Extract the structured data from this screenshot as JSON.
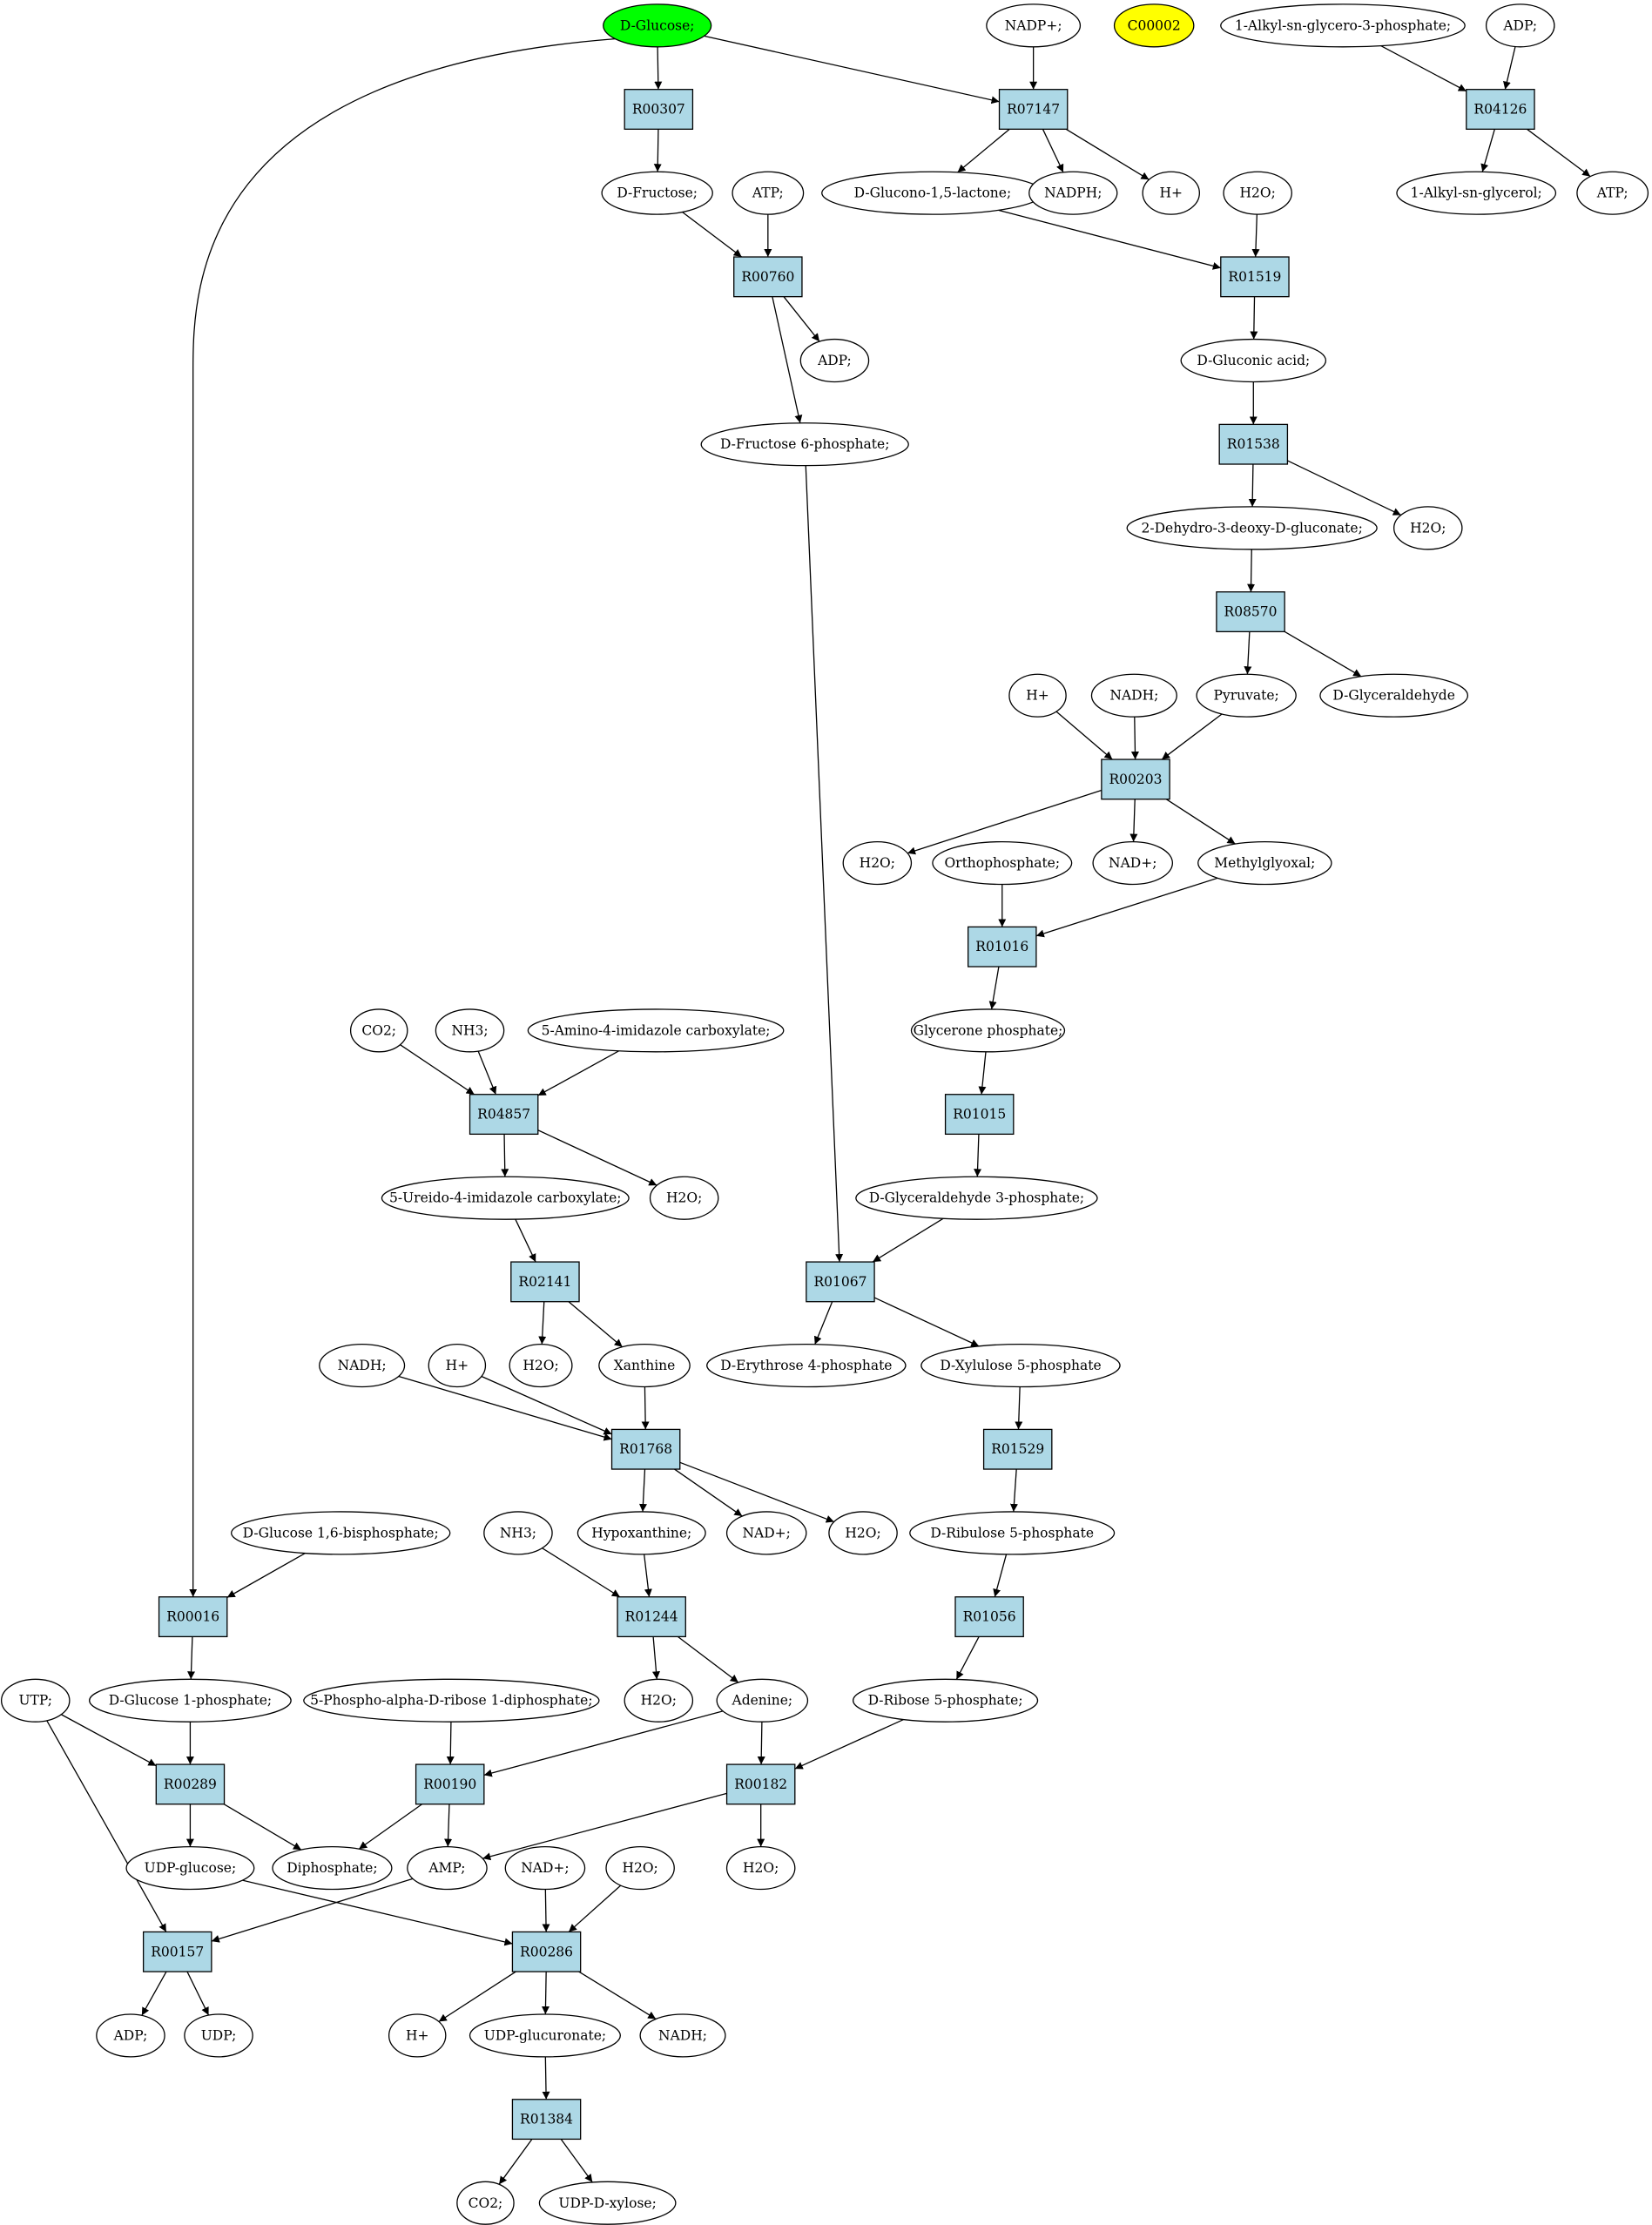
{
  "colors": {
    "start": "#00ff00",
    "highlight": "#ffff00",
    "reaction": "#add8e6",
    "compound": "#ffffff"
  },
  "compounds": [
    {
      "id": "glc",
      "label": "D-Glucose;",
      "color": "start"
    },
    {
      "id": "nadp",
      "label": "NADP+;"
    },
    {
      "id": "c00002",
      "label": "C00002",
      "color": "highlight"
    },
    {
      "id": "alkgp",
      "label": "1-Alkyl-sn-glycero-3-phosphate;"
    },
    {
      "id": "adp_a",
      "label": "ADP;"
    },
    {
      "id": "fru",
      "label": "D-Fructose;"
    },
    {
      "id": "atp_a",
      "label": "ATP;"
    },
    {
      "id": "glclac",
      "label": "D-Glucono-1,5-lactone;"
    },
    {
      "id": "nadph",
      "label": "NADPH;"
    },
    {
      "id": "h_a",
      "label": "H+"
    },
    {
      "id": "h2o_a",
      "label": "H2O;"
    },
    {
      "id": "alkg",
      "label": "1-Alkyl-sn-glycerol;"
    },
    {
      "id": "atp_b",
      "label": "ATP;"
    },
    {
      "id": "adp_b",
      "label": "ADP;"
    },
    {
      "id": "glcnt",
      "label": "D-Gluconic acid;"
    },
    {
      "id": "f6p",
      "label": "D-Fructose 6-phosphate;"
    },
    {
      "id": "dhdg",
      "label": "2-Dehydro-3-deoxy-D-gluconate;"
    },
    {
      "id": "h2o_b",
      "label": "H2O;"
    },
    {
      "id": "h_b",
      "label": "H+"
    },
    {
      "id": "nadh_a",
      "label": "NADH;"
    },
    {
      "id": "pyr",
      "label": "Pyruvate;"
    },
    {
      "id": "gald",
      "label": "D-Glyceraldehyde"
    },
    {
      "id": "h2o_c",
      "label": "H2O;"
    },
    {
      "id": "pi",
      "label": "Orthophosphate;"
    },
    {
      "id": "nad_a",
      "label": "NAD+;"
    },
    {
      "id": "mgo",
      "label": "Methylglyoxal;"
    },
    {
      "id": "dhap",
      "label": "Glycerone phosphate;"
    },
    {
      "id": "co2_a",
      "label": "CO2;"
    },
    {
      "id": "nh3_a",
      "label": "NH3;"
    },
    {
      "id": "aic",
      "label": "5-Amino-4-imidazole carboxylate;"
    },
    {
      "id": "uic",
      "label": "5-Ureido-4-imidazole carboxylate;"
    },
    {
      "id": "h2o_d",
      "label": "H2O;"
    },
    {
      "id": "g3p",
      "label": "D-Glyceraldehyde 3-phosphate;"
    },
    {
      "id": "e4p",
      "label": "D-Erythrose 4-phosphate"
    },
    {
      "id": "x5p",
      "label": "D-Xylulose 5-phosphate"
    },
    {
      "id": "nadh_b",
      "label": "NADH;"
    },
    {
      "id": "h_c",
      "label": "H+"
    },
    {
      "id": "h2o_e",
      "label": "H2O;"
    },
    {
      "id": "xan",
      "label": "Xanthine"
    },
    {
      "id": "g16bp",
      "label": "D-Glucose 1,6-bisphosphate;"
    },
    {
      "id": "nh3_b",
      "label": "NH3;"
    },
    {
      "id": "hyp",
      "label": "Hypoxanthine;"
    },
    {
      "id": "nad_b",
      "label": "NAD+;"
    },
    {
      "id": "h2o_f",
      "label": "H2O;"
    },
    {
      "id": "ru5p",
      "label": "D-Ribulose 5-phosphate"
    },
    {
      "id": "utp",
      "label": "UTP;"
    },
    {
      "id": "g1p",
      "label": "D-Glucose 1-phosphate;"
    },
    {
      "id": "prpp",
      "label": "5-Phospho-alpha-D-ribose 1-diphosphate;"
    },
    {
      "id": "h2o_g",
      "label": "H2O;"
    },
    {
      "id": "ade",
      "label": "Adenine;"
    },
    {
      "id": "r5p",
      "label": "D-Ribose 5-phosphate;"
    },
    {
      "id": "udpg",
      "label": "UDP-glucose;"
    },
    {
      "id": "ppi",
      "label": "Diphosphate;"
    },
    {
      "id": "amp",
      "label": "AMP;"
    },
    {
      "id": "nad_c",
      "label": "NAD+;"
    },
    {
      "id": "h2o_h",
      "label": "H2O;"
    },
    {
      "id": "h2o_i",
      "label": "H2O;"
    },
    {
      "id": "adp_c",
      "label": "ADP;"
    },
    {
      "id": "udp",
      "label": "UDP;"
    },
    {
      "id": "h_d",
      "label": "H+"
    },
    {
      "id": "udpga",
      "label": "UDP-glucuronate;"
    },
    {
      "id": "nadh_c",
      "label": "NADH;"
    },
    {
      "id": "co2_b",
      "label": "CO2;"
    },
    {
      "id": "udpx",
      "label": "UDP-D-xylose;"
    }
  ],
  "reactions": [
    {
      "id": "R00307",
      "label": "R00307"
    },
    {
      "id": "R07147",
      "label": "R07147"
    },
    {
      "id": "R04126",
      "label": "R04126"
    },
    {
      "id": "R00760",
      "label": "R00760"
    },
    {
      "id": "R01519",
      "label": "R01519"
    },
    {
      "id": "R01538",
      "label": "R01538"
    },
    {
      "id": "R08570",
      "label": "R08570"
    },
    {
      "id": "R00203",
      "label": "R00203"
    },
    {
      "id": "R01016",
      "label": "R01016"
    },
    {
      "id": "R04857",
      "label": "R04857"
    },
    {
      "id": "R01015",
      "label": "R01015"
    },
    {
      "id": "R02141",
      "label": "R02141"
    },
    {
      "id": "R01067",
      "label": "R01067"
    },
    {
      "id": "R01768",
      "label": "R01768"
    },
    {
      "id": "R01529",
      "label": "R01529"
    },
    {
      "id": "R00016",
      "label": "R00016"
    },
    {
      "id": "R01244",
      "label": "R01244"
    },
    {
      "id": "R01056",
      "label": "R01056"
    },
    {
      "id": "R00289",
      "label": "R00289"
    },
    {
      "id": "R00190",
      "label": "R00190"
    },
    {
      "id": "R00182",
      "label": "R00182"
    },
    {
      "id": "R00157",
      "label": "R00157"
    },
    {
      "id": "R00286",
      "label": "R00286"
    },
    {
      "id": "R01384",
      "label": "R01384"
    }
  ],
  "edges": [
    [
      "glc",
      "R00307"
    ],
    [
      "glc",
      "R07147"
    ],
    [
      "glc",
      "R00016"
    ],
    [
      "R00307",
      "fru"
    ],
    [
      "nadp",
      "R07147"
    ],
    [
      "R07147",
      "glclac"
    ],
    [
      "R07147",
      "nadph"
    ],
    [
      "R07147",
      "h_a"
    ],
    [
      "alkgp",
      "R04126"
    ],
    [
      "adp_a",
      "R04126"
    ],
    [
      "R04126",
      "alkg"
    ],
    [
      "R04126",
      "atp_b"
    ],
    [
      "fru",
      "R00760"
    ],
    [
      "atp_a",
      "R00760"
    ],
    [
      "R00760",
      "adp_b"
    ],
    [
      "R00760",
      "f6p"
    ],
    [
      "glclac",
      "R01519"
    ],
    [
      "h2o_a",
      "R01519"
    ],
    [
      "R01519",
      "glcnt"
    ],
    [
      "glcnt",
      "R01538"
    ],
    [
      "R01538",
      "dhdg"
    ],
    [
      "R01538",
      "h2o_b"
    ],
    [
      "dhdg",
      "R08570"
    ],
    [
      "R08570",
      "pyr"
    ],
    [
      "R08570",
      "gald"
    ],
    [
      "h_b",
      "R00203"
    ],
    [
      "nadh_a",
      "R00203"
    ],
    [
      "pyr",
      "R00203"
    ],
    [
      "R00203",
      "h2o_c"
    ],
    [
      "R00203",
      "nad_a"
    ],
    [
      "R00203",
      "mgo"
    ],
    [
      "pi",
      "R01016"
    ],
    [
      "mgo",
      "R01016"
    ],
    [
      "R01016",
      "dhap"
    ],
    [
      "dhap",
      "R01015"
    ],
    [
      "R01015",
      "g3p"
    ],
    [
      "co2_a",
      "R04857"
    ],
    [
      "nh3_a",
      "R04857"
    ],
    [
      "aic",
      "R04857"
    ],
    [
      "R04857",
      "uic"
    ],
    [
      "R04857",
      "h2o_d"
    ],
    [
      "uic",
      "R02141"
    ],
    [
      "R02141",
      "h2o_e"
    ],
    [
      "R02141",
      "xan"
    ],
    [
      "f6p",
      "R01067"
    ],
    [
      "g3p",
      "R01067"
    ],
    [
      "R01067",
      "e4p"
    ],
    [
      "R01067",
      "x5p"
    ],
    [
      "nadh_b",
      "R01768"
    ],
    [
      "h_c",
      "R01768"
    ],
    [
      "xan",
      "R01768"
    ],
    [
      "R01768",
      "hyp"
    ],
    [
      "R01768",
      "nad_b"
    ],
    [
      "R01768",
      "h2o_f"
    ],
    [
      "x5p",
      "R01529"
    ],
    [
      "R01529",
      "ru5p"
    ],
    [
      "g16bp",
      "R00016"
    ],
    [
      "R00016",
      "g1p"
    ],
    [
      "nh3_b",
      "R01244"
    ],
    [
      "hyp",
      "R01244"
    ],
    [
      "R01244",
      "h2o_g"
    ],
    [
      "R01244",
      "ade"
    ],
    [
      "ru5p",
      "R01056"
    ],
    [
      "R01056",
      "r5p"
    ],
    [
      "utp",
      "R00289"
    ],
    [
      "g1p",
      "R00289"
    ],
    [
      "R00289",
      "udpg"
    ],
    [
      "R00289",
      "ppi"
    ],
    [
      "prpp",
      "R00190"
    ],
    [
      "ade",
      "R00190"
    ],
    [
      "R00190",
      "ppi"
    ],
    [
      "R00190",
      "amp"
    ],
    [
      "ade",
      "R00182"
    ],
    [
      "r5p",
      "R00182"
    ],
    [
      "R00182",
      "amp"
    ],
    [
      "R00182",
      "h2o_h"
    ],
    [
      "utp",
      "R00157"
    ],
    [
      "amp",
      "R00157"
    ],
    [
      "R00157",
      "adp_c"
    ],
    [
      "R00157",
      "udp"
    ],
    [
      "udpg",
      "R00286"
    ],
    [
      "nad_c",
      "R00286"
    ],
    [
      "h2o_i",
      "R00286"
    ],
    [
      "R00286",
      "h_d"
    ],
    [
      "R00286",
      "udpga"
    ],
    [
      "R00286",
      "nadh_c"
    ],
    [
      "udpga",
      "R01384"
    ],
    [
      "R01384",
      "co2_b"
    ],
    [
      "R01384",
      "udpx"
    ]
  ]
}
